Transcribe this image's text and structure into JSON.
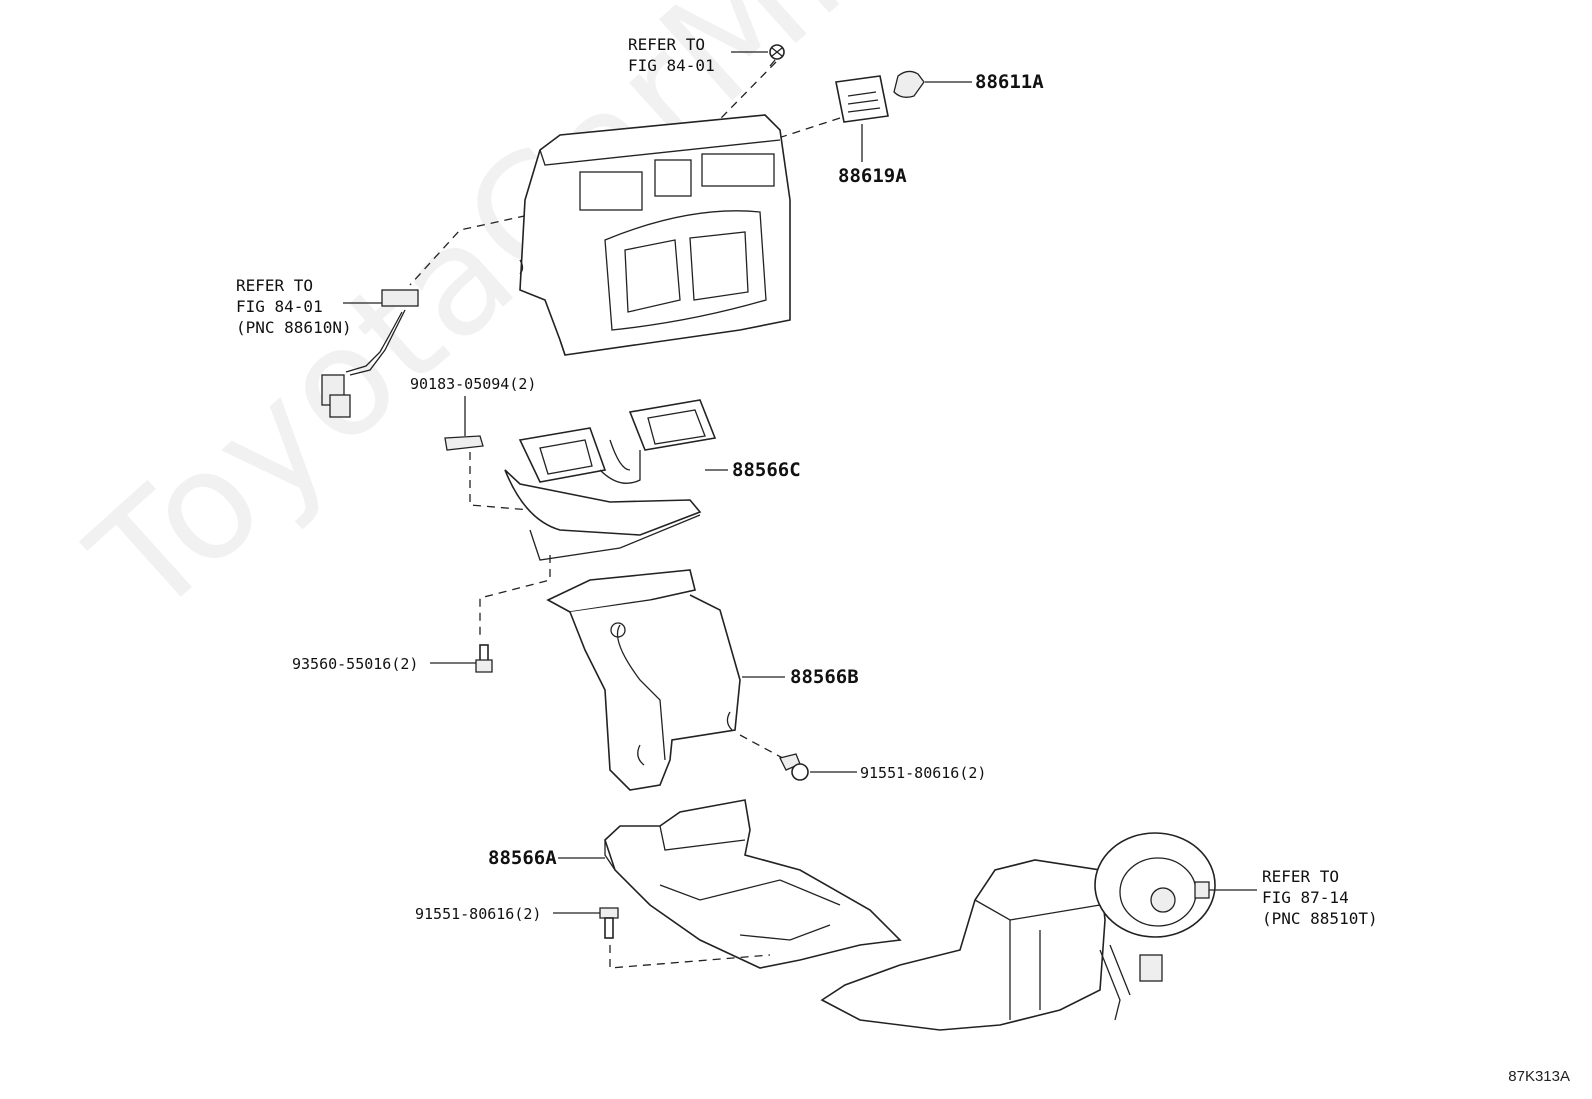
{
  "watermark": "ToyotaCarMine.ru",
  "figure_code": "87K313A",
  "parts": {
    "p88611A": "88611A",
    "p88619A": "88619A",
    "p88566C": "88566C",
    "p88566B": "88566B",
    "p88566A": "88566A",
    "p90183": "90183-05094(2)",
    "p93560": "93560-55016(2)",
    "p91551_upper": "91551-80616(2)",
    "p91551_lower": "91551-80616(2)"
  },
  "refs": {
    "top": {
      "line1": "REFER TO",
      "line2": "FIG 84-01"
    },
    "left": {
      "line1": "REFER TO",
      "line2": "FIG 84-01",
      "line3": "(PNC 88610N)"
    },
    "right": {
      "line1": "REFER TO",
      "line2": "FIG 87-14",
      "line3": "(PNC 88510T)"
    }
  }
}
